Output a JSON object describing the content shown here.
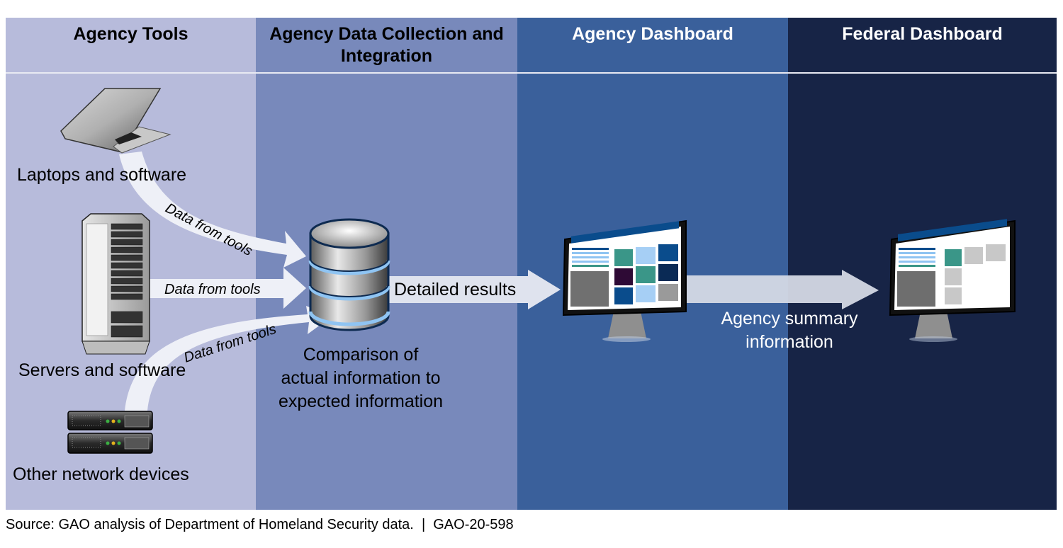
{
  "columns": [
    {
      "title": "Agency Tools",
      "color": "#b7bbdb"
    },
    {
      "title": "Agency Data Collection and Integration",
      "color": "#7889bb"
    },
    {
      "title": "Agency Dashboard",
      "color": "#3a609b"
    },
    {
      "title": "Federal Dashboard",
      "color": "#172446"
    }
  ],
  "tools": {
    "laptops": "Laptops and software",
    "servers": "Servers and software",
    "network": "Other network devices"
  },
  "arrows": {
    "from_laptops": "Data from tools",
    "from_servers": "Data from tools",
    "from_network": "Data from tools",
    "detailed": "Detailed results",
    "summary_line1": "Agency summary",
    "summary_line2": "information"
  },
  "database": {
    "caption_line1": "Comparison of",
    "caption_line2": "actual information to",
    "caption_line3": "expected information"
  },
  "source": "Source: GAO analysis of Department of Homeland Security data.  |  GAO-20-598"
}
